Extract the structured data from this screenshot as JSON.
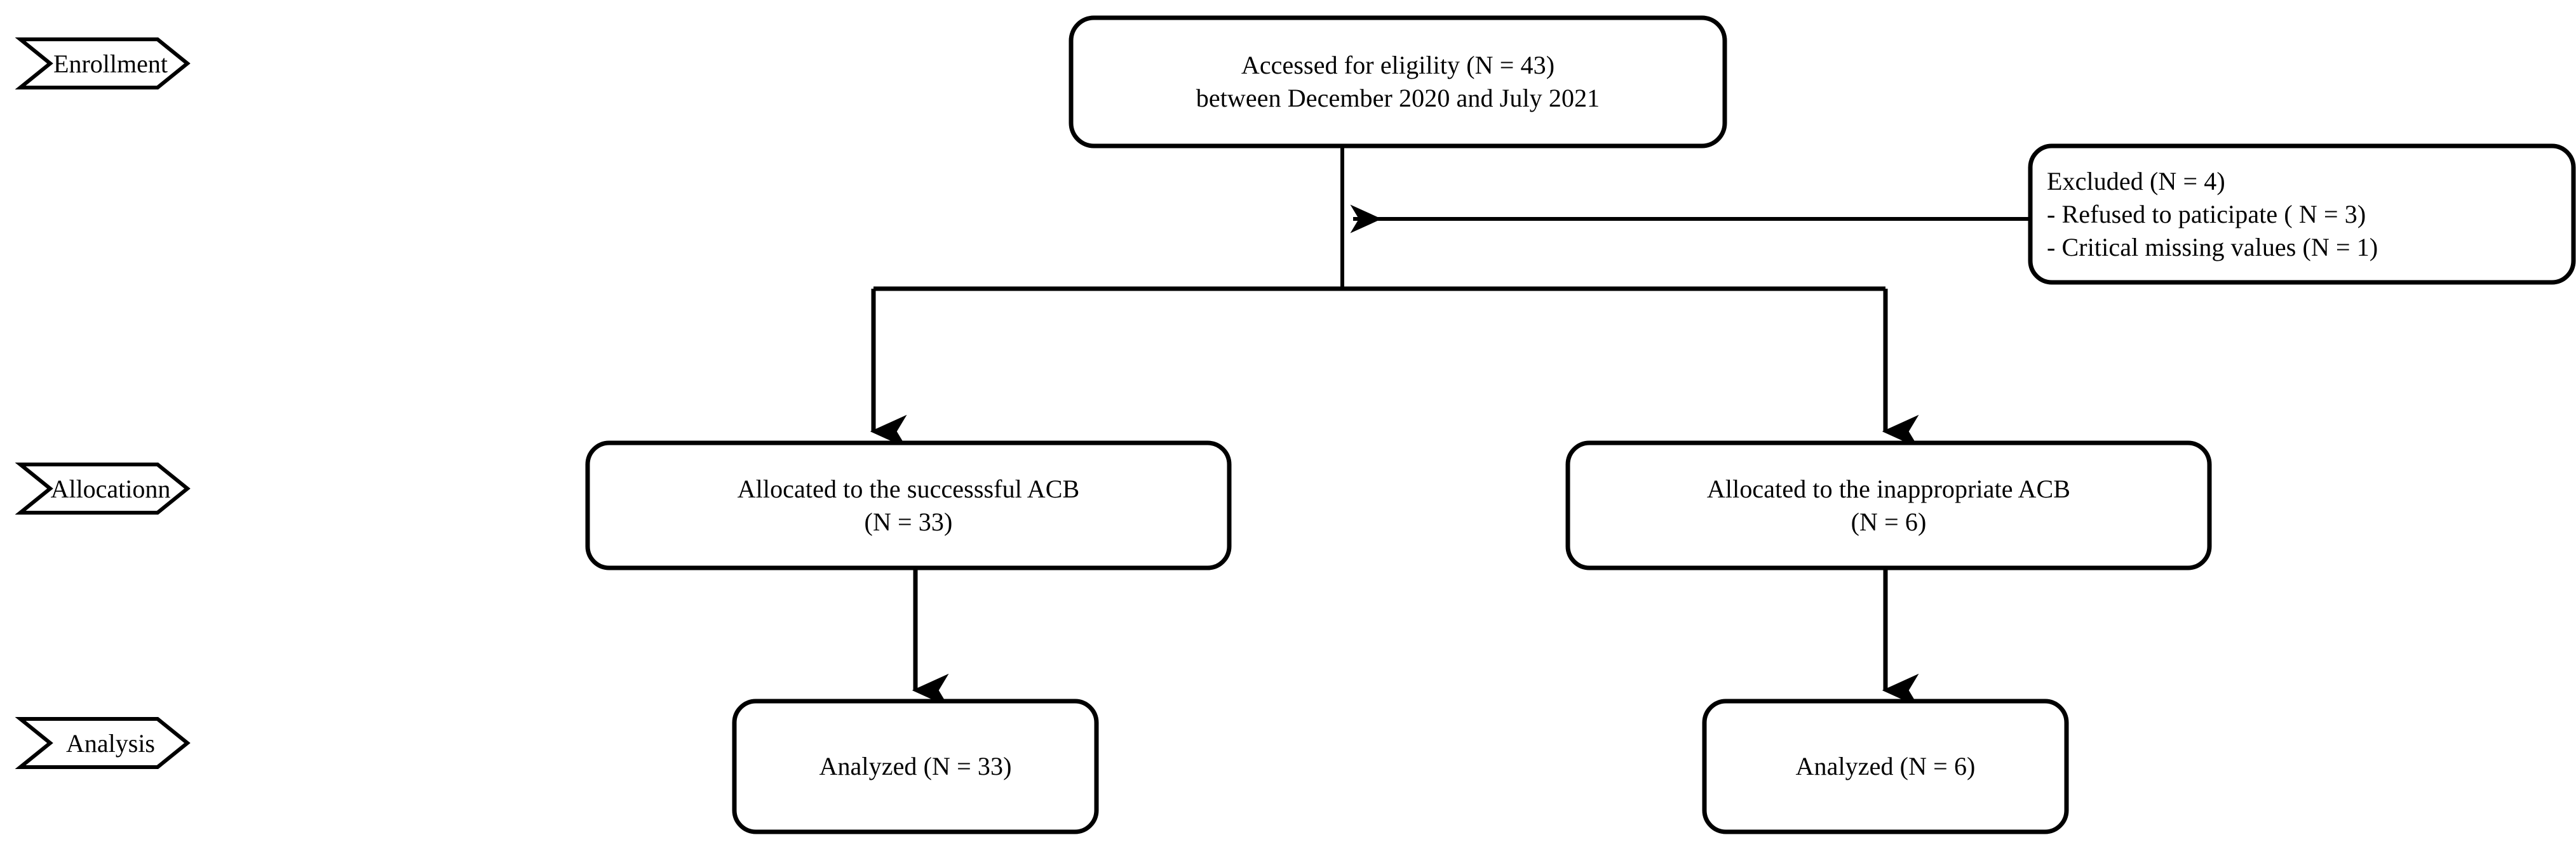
{
  "figure": {
    "type": "consort-flow-diagram",
    "stroke_color": "#000000",
    "background_color": "#ffffff",
    "text_color": "#000000"
  },
  "stage_banners": [
    {
      "label": "Enrollment"
    },
    {
      "label": "Allocationn"
    },
    {
      "label": "Analysis"
    }
  ],
  "nodes": {
    "eligibility": {
      "lines": [
        "Accessed for eligility (N = 43)",
        "between December 2020 and July 2021"
      ]
    },
    "excluded": {
      "lines": [
        "Excluded (N = 4)",
        "- Refused to paticipate ( N = 3)",
        "- Critical missing values (N = 1)"
      ]
    },
    "allocated_success": {
      "lines": [
        "Allocated to the successsful ACB",
        "(N = 33)"
      ]
    },
    "allocated_inappropriate": {
      "lines": [
        "Allocated to the inappropriate ACB",
        "(N = 6)"
      ]
    },
    "analyzed_success": {
      "lines": [
        "Analyzed (N = 33)"
      ]
    },
    "analyzed_inappropriate": {
      "lines": [
        "Analyzed (N = 6)"
      ]
    }
  }
}
